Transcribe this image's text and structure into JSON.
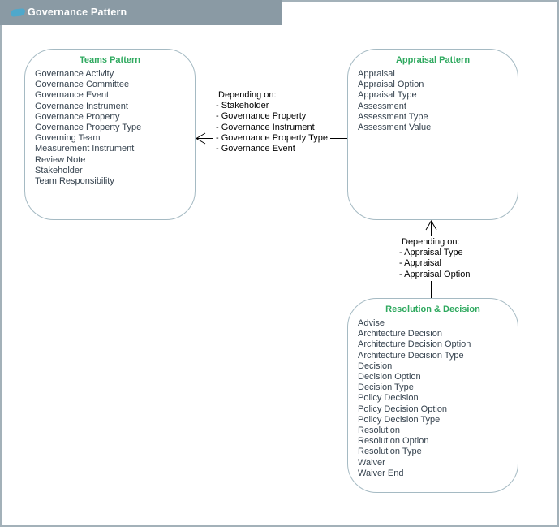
{
  "header": {
    "title": "Governance Pattern"
  },
  "colors": {
    "titlebar_bg": "#8a9aa4",
    "titlebar_text": "#ffffff",
    "titlebar_icon": "#4fa8cb",
    "group_border": "#a5bac3",
    "group_title_text": "#2fa95f",
    "item_text": "#36434f",
    "arrow": "#000000"
  },
  "groups": {
    "teams": {
      "title": "Teams Pattern",
      "items": [
        "Governance Activity",
        "Governance Committee",
        "Governance Event",
        "Governance Instrument",
        "Governance Property",
        "Governance Property Type",
        "Governing Team",
        "Measurement Instrument",
        "Review Note",
        "Stakeholder",
        "Team Responsibility"
      ]
    },
    "appraisal": {
      "title": "Appraisal Pattern",
      "items": [
        "Appraisal",
        "Appraisal Option",
        "Appraisal Type",
        "Assessment",
        "Assessment Type",
        "Assessment Value"
      ]
    },
    "resolution": {
      "title": "Resolution & Decision",
      "items": [
        "Advise",
        "Architecture Decision",
        "Architecture Decision Option",
        "Architecture Decision Type",
        "Decision",
        "Decision Option",
        "Decision Type",
        "Policy Decision",
        "Policy Decision Option",
        "Policy Decision Type",
        "Resolution",
        "Resolution Option",
        "Resolution Type",
        "Waiver",
        "Waiver End"
      ]
    }
  },
  "dependencies": {
    "appraisal_to_teams": {
      "heading": "Depending on:",
      "items": [
        "- Stakeholder",
        "- Governance Property",
        "- Governance Instrument",
        "- Governance Property Type",
        "- Governance Event"
      ]
    },
    "resolution_to_appraisal": {
      "heading": "Depending on:",
      "items": [
        "- Appraisal Type",
        "- Appraisal",
        "- Appraisal Option"
      ]
    }
  }
}
